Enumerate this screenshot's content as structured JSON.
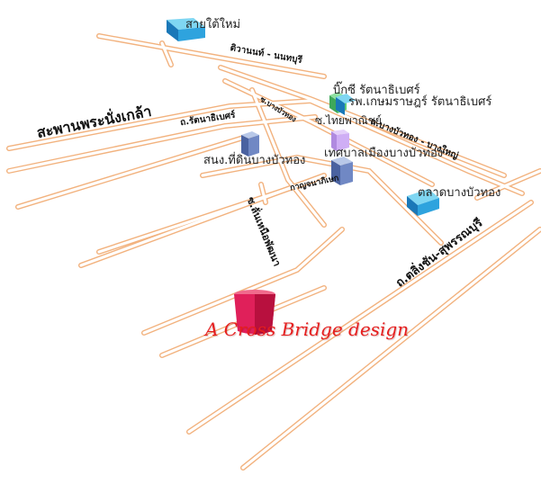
{
  "roads": {
    "saphan_phra_nang_klao": "สะพานพระนั่งเกล้า",
    "tiwanon_nonthaburi": "ติวานนท์ - นนทบุรี",
    "rattanathibet": "ถ.รัตนาธิเบศร์",
    "bang_bua_thong_soi": "ซ.บางบัวทอง",
    "bang_bua_thong_road": "ถ.บางบัวทอง - บางใหญ่",
    "bang_yai": "บางใหญ่",
    "kanchanaphisek": "กาญจนาภิเษก",
    "soi_nuea": "ซ.ลั่นเหนือพัฒนา",
    "chaloem_suphan": "ถ.ตลิ่งชัน-สุพรรณบุรี"
  },
  "places": {
    "sai_tai_mai": "สายใต้ใหม่",
    "big_c": "บิ๊กซี รัตนาธิเบศร์",
    "robinson": "รพ.เกษมราษฎร์ รัตนาธิเบศร์",
    "thai_watsadu": "ซ.ไทยพาณิชย์",
    "land_office": "สนง.ที่ดินบางบัวทอง",
    "municipality": "เทศบาลเมืองบางบัวทอง",
    "market": "ตลาดบางบัวทอง"
  },
  "brand": "A Cross Bridge design",
  "colors": {
    "road_outline": "#f2b27e",
    "brand_text": "#e61e1e",
    "site_marker": "#e0205a"
  }
}
